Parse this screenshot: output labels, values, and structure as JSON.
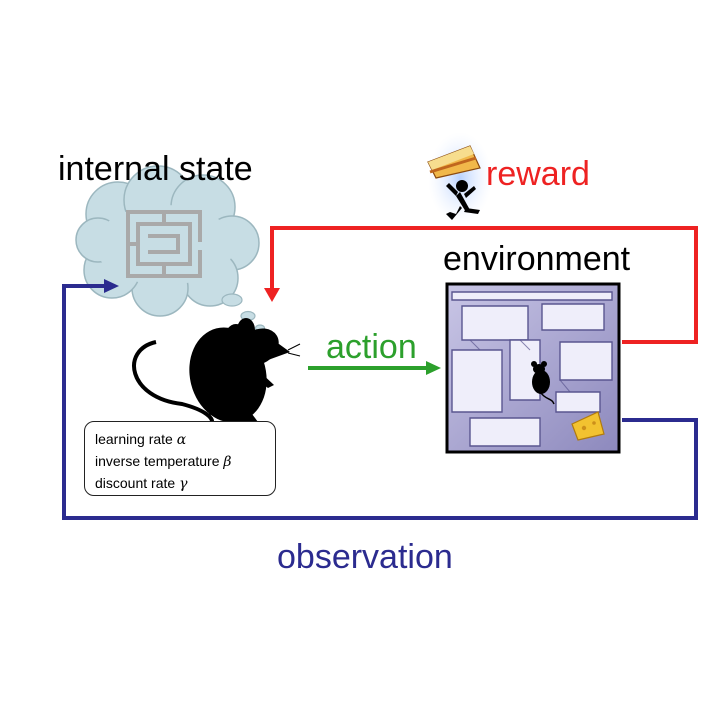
{
  "labels": {
    "internal_state": "internal state",
    "environment": "environment",
    "reward": "reward",
    "action": "action",
    "observation": "observation"
  },
  "parameters": [
    {
      "name": "learning rate",
      "symbol": "α"
    },
    {
      "name": "inverse temperature",
      "symbol": "β"
    },
    {
      "name": "discount rate",
      "symbol": "γ"
    }
  ],
  "icons": {
    "thought": "thought-cloud-with-maze-icon",
    "agent": "rat-silhouette-icon",
    "environment": "maze-with-rat-and-cheese-icon",
    "reward": "running-figure-carrying-pie-icon"
  },
  "colors": {
    "reward": "#ee2222",
    "action": "#2ca02c",
    "observation": "#2b2b8f",
    "text": "#000000"
  }
}
